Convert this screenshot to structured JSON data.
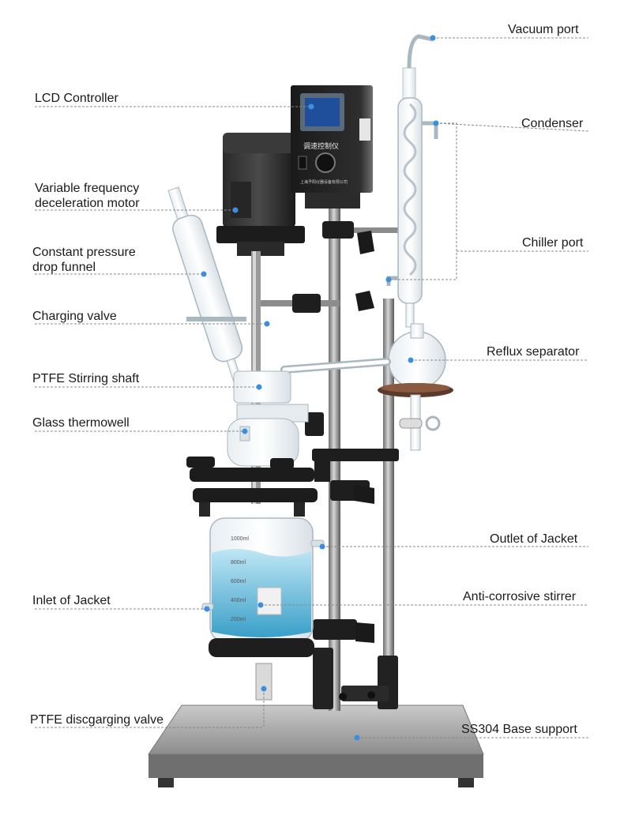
{
  "callouts": {
    "vacuum_port": "Vacuum port",
    "lcd_controller": "LCD Controller",
    "condenser": "Condenser",
    "motor_line1": "Variable frequency",
    "motor_line2": "deceleration motor",
    "chiller_port": "Chiller port",
    "funnel_line1": "Constant pressure",
    "funnel_line2": "drop funnel",
    "charging_valve": "Charging valve",
    "reflux_separator": "Reflux separator",
    "stirring_shaft": "PTFE Stirring shaft",
    "thermowell": "Glass thermowell",
    "jacket_outlet": "Outlet of Jacket",
    "stirrer": "Anti-corrosive stirrer",
    "jacket_inlet": "Inlet of Jacket",
    "discharging_valve": "PTFE discgarging valve",
    "base_support": "SS304 Base support"
  },
  "controller_panel": {
    "title_cn": "调速控制仪",
    "maker_cn": "上海予阳仪器设备有限公司"
  },
  "vessel_scale": [
    "1000ml",
    "800ml",
    "600ml",
    "400ml",
    "200ml"
  ],
  "colors": {
    "leader_line": "#888888",
    "marker": "#3a8fe0",
    "liquid": "#6fc4e4",
    "steel": "#9a9a9a",
    "black_parts": "#1e1e1e"
  }
}
